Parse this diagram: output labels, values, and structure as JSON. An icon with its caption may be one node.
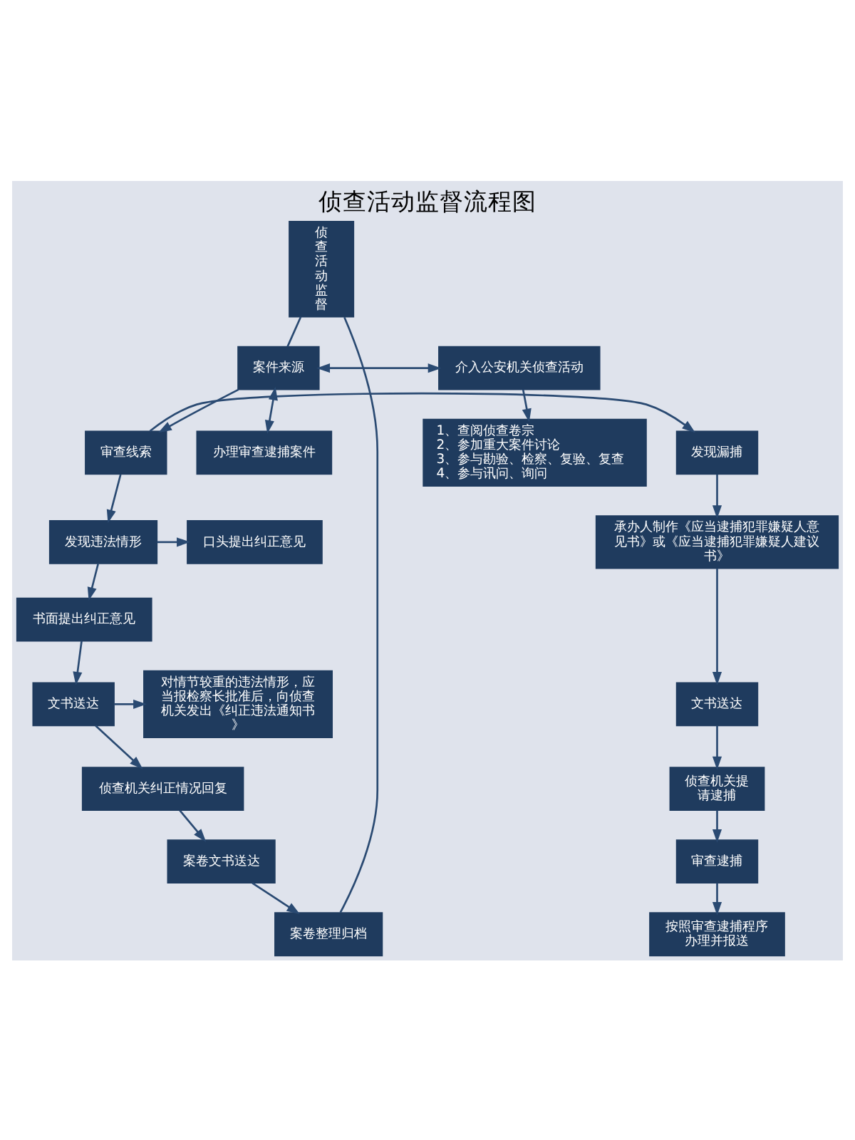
{
  "diagram": {
    "title": "侦查活动监督流程图",
    "nodes": [
      {
        "text": [
          "侦查活动监督"
        ]
      },
      {
        "text": [
          "案件来源"
        ]
      },
      {
        "text": [
          "介入公安机关侦查活动"
        ]
      },
      {
        "text": [
          "办理审查逮捕案件"
        ]
      },
      {
        "text": [
          "1、查阅侦查卷宗",
          "2、参加重大案件讨论",
          "3、参与勘验、检察、复验、复查",
          "4、参与讯问、询问"
        ]
      },
      {
        "text": [
          "审查线索"
        ]
      },
      {
        "text": [
          "发现漏捕"
        ]
      },
      {
        "text": [
          "发现违法情形"
        ]
      },
      {
        "text": [
          "口头提出纠正意见"
        ]
      },
      {
        "text": [
          "承办人制作《应当逮捕犯罪嫌疑人意见书》或《应当逮捕犯罪嫌疑人建议书》"
        ]
      },
      {
        "text": [
          "书面提出纠正意见"
        ]
      },
      {
        "text": [
          "文书送达"
        ]
      },
      {
        "text": [
          "对情节较重的违法情形，应当报检察长批准后，向侦查机关发出《纠正违法通知书》"
        ]
      },
      {
        "text": [
          "文书送达"
        ]
      },
      {
        "text": [
          "侦查机关纠正情况回复"
        ]
      },
      {
        "text": [
          "侦查机关提请逮捕"
        ]
      },
      {
        "text": [
          "审查逮捕"
        ]
      },
      {
        "text": [
          "案卷文书送达"
        ]
      },
      {
        "text": [
          "按照审查逮捕程序办理并报送"
        ]
      },
      {
        "text": [
          "案卷整理归档"
        ]
      }
    ],
    "edges": [
      {
        "from": 0,
        "to": 1,
        "arrow": "none"
      },
      {
        "from": 0,
        "to": 19,
        "arrow": "none"
      },
      {
        "from": 1,
        "to": 2,
        "arrow": "both"
      },
      {
        "from": 1,
        "to": 3,
        "arrow": "both"
      },
      {
        "from": 2,
        "to": 4,
        "arrow": "to"
      },
      {
        "from": 1,
        "to": 5,
        "arrow": "to"
      },
      {
        "from": 5,
        "to": 6,
        "arrow": "to"
      },
      {
        "from": 5,
        "to": 7,
        "arrow": "to"
      },
      {
        "from": 6,
        "to": 9,
        "arrow": "to"
      },
      {
        "from": 7,
        "to": 8,
        "arrow": "to"
      },
      {
        "from": 7,
        "to": 10,
        "arrow": "to"
      },
      {
        "from": 9,
        "to": 11,
        "arrow": "to"
      },
      {
        "from": 10,
        "to": 13,
        "arrow": "to"
      },
      {
        "from": 13,
        "to": 12,
        "arrow": "to"
      },
      {
        "from": 13,
        "to": 14,
        "arrow": "to"
      },
      {
        "from": 11,
        "to": 15,
        "arrow": "to"
      },
      {
        "from": 14,
        "to": 17,
        "arrow": "to"
      },
      {
        "from": 15,
        "to": 16,
        "arrow": "to"
      },
      {
        "from": 17,
        "to": 19,
        "arrow": "to"
      },
      {
        "from": 16,
        "to": 18,
        "arrow": "to"
      }
    ]
  }
}
